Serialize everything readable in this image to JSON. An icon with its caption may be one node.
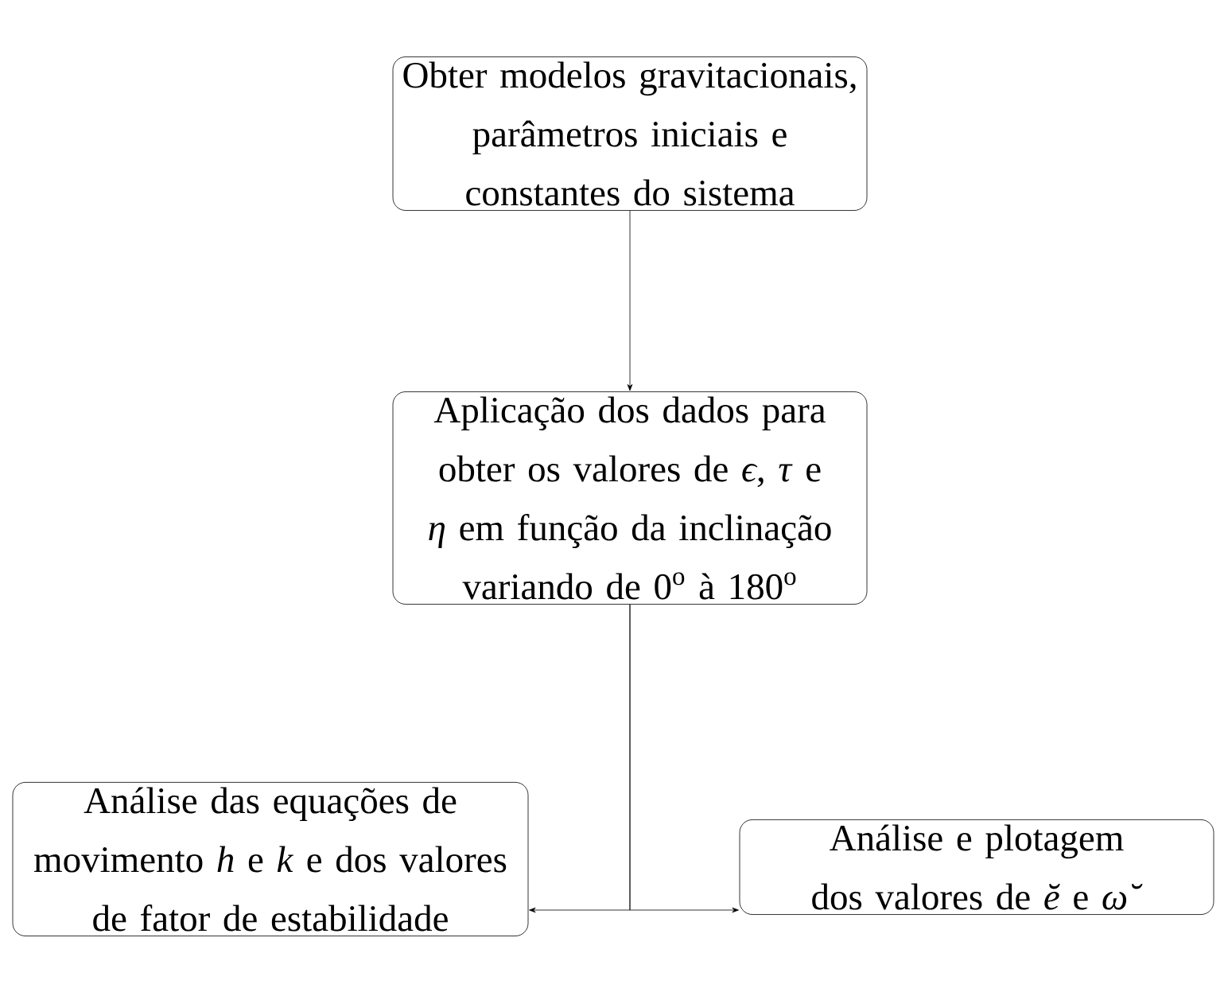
{
  "diagram": {
    "nodes": [
      {
        "text": [
          "Obter modelos gravitacionais, parâmetros iniciais e constantes do sistema"
        ]
      },
      {
        "text": [
          "Aplicação dos dados para obter os valores de *ϵ*, *τ* e *η* em função da inclinação variando de 0$^{o}$ à 180$^{o}$"
        ]
      },
      {
        "text": [
          "Análise das equações de movimento *h* e *k* e dos valores de fator de estabilidade"
        ]
      },
      {
        "text": [
          "Análise e plotagem dos valores de *ĕ* e *ω̆*"
        ]
      }
    ],
    "edges": [
      {
        "from": 0,
        "to": 1,
        "arrow": "to"
      },
      {
        "from": 1,
        "to": 2,
        "arrow": "to"
      },
      {
        "from": 1,
        "to": 3,
        "arrow": "to"
      }
    ]
  }
}
